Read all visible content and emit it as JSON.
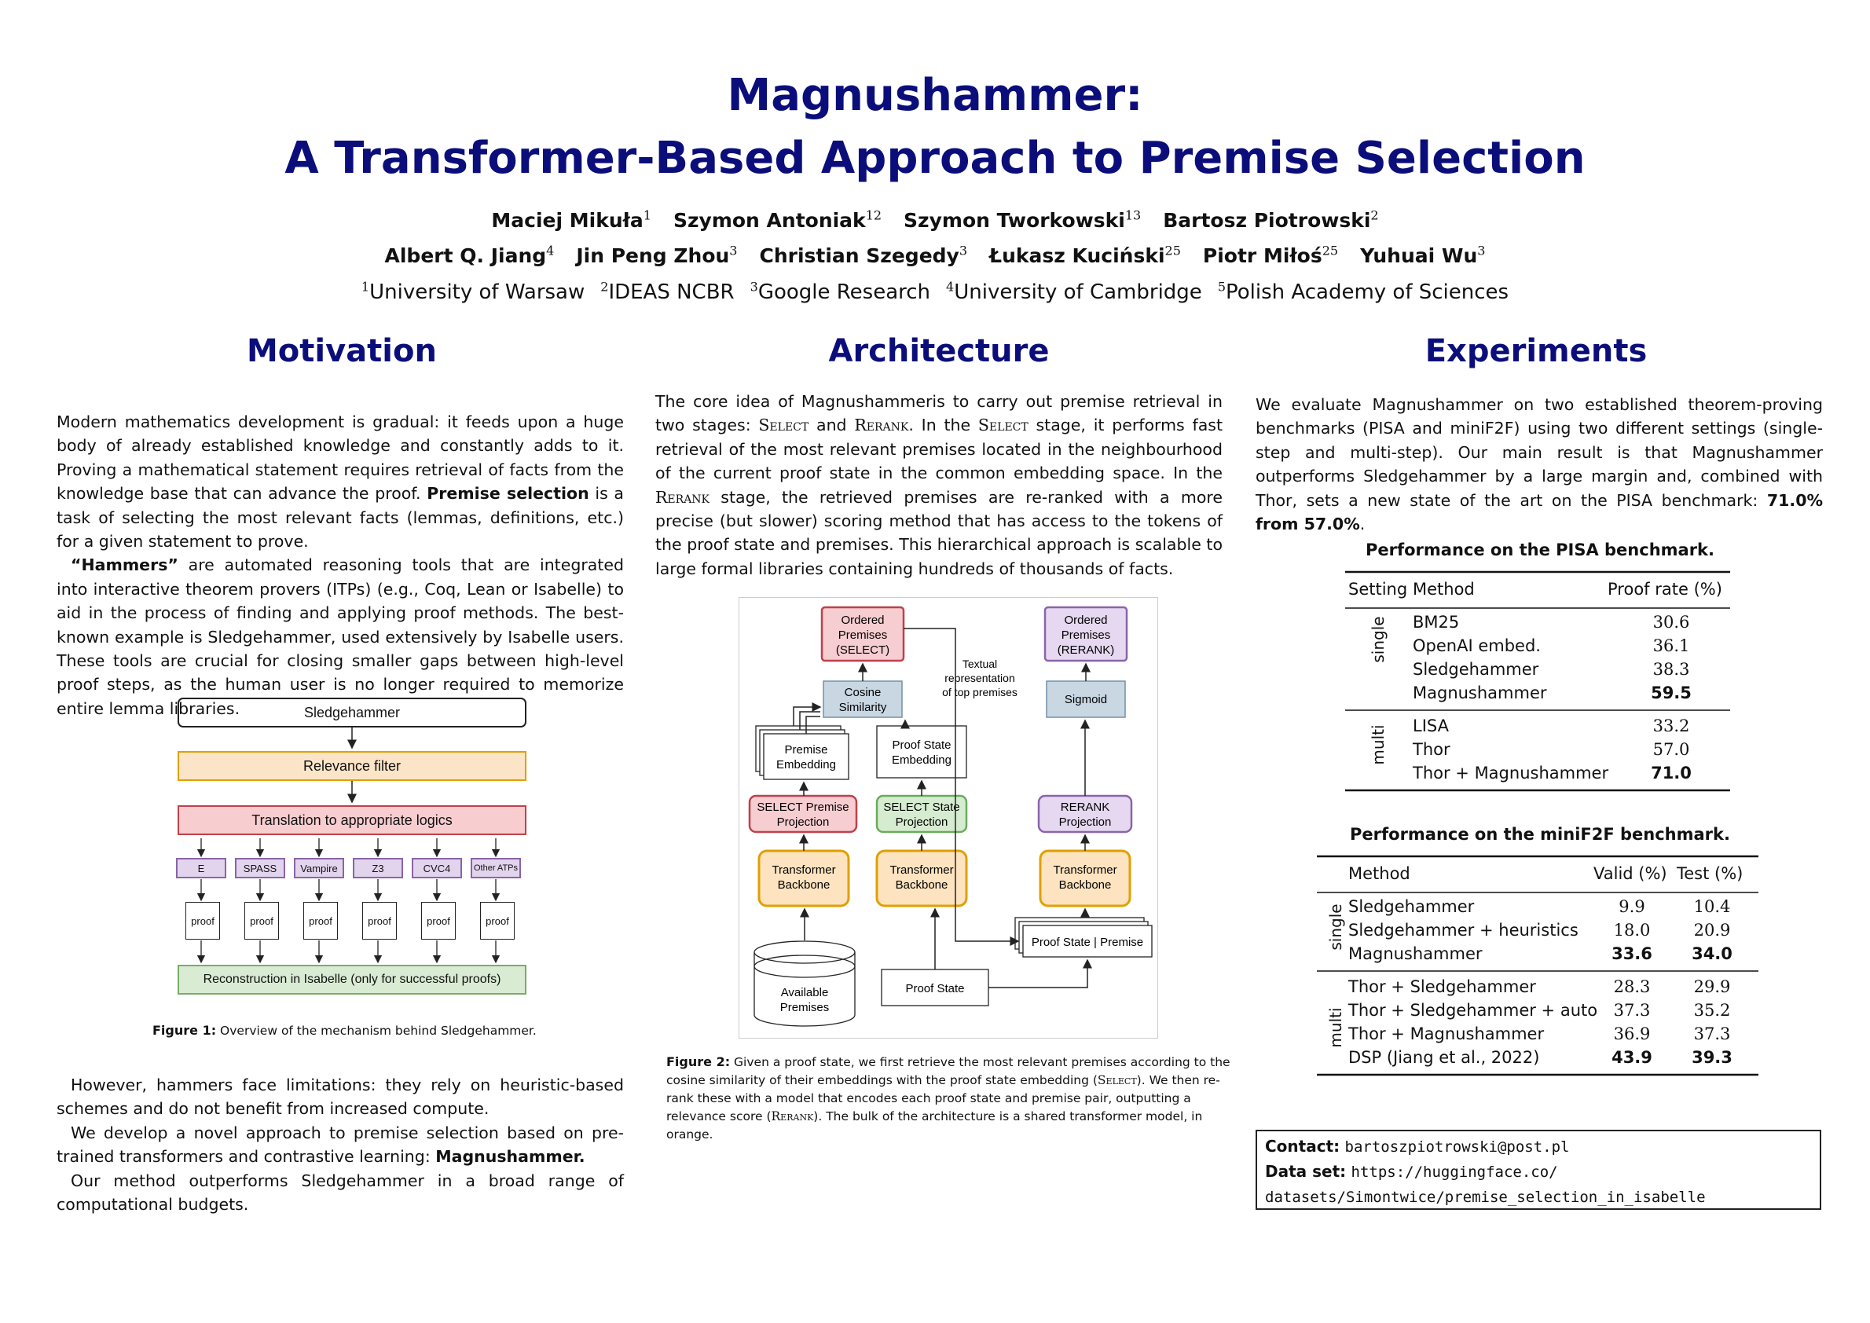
{
  "header": {
    "title_line1": "Magnushammer:",
    "title_line2": "A Transformer-Based Approach to Premise Selection",
    "authors_row1": [
      {
        "name": "Maciej Mikuła",
        "sup": "1"
      },
      {
        "name": "Szymon Antoniak",
        "sup": "12"
      },
      {
        "name": "Szymon Tworkowski",
        "sup": "13"
      },
      {
        "name": "Bartosz Piotrowski",
        "sup": "2"
      }
    ],
    "authors_row2": [
      {
        "name": "Albert Q. Jiang",
        "sup": "4"
      },
      {
        "name": "Jin Peng Zhou",
        "sup": "3"
      },
      {
        "name": "Christian Szegedy",
        "sup": "3"
      },
      {
        "name": "Łukasz Kuciński",
        "sup": "25"
      },
      {
        "name": "Piotr Miłoś",
        "sup": "25"
      },
      {
        "name": "Yuhuai Wu",
        "sup": "3"
      }
    ],
    "affiliations": [
      {
        "sup": "1",
        "name": "University of Warsaw"
      },
      {
        "sup": "2",
        "name": "IDEAS NCBR"
      },
      {
        "sup": "3",
        "name": "Google Research"
      },
      {
        "sup": "4",
        "name": "University of Cambridge"
      },
      {
        "sup": "5",
        "name": "Polish Academy of Sciences"
      }
    ]
  },
  "motivation": {
    "title": "Motivation",
    "p1_a": "Modern mathematics development is gradual: it feeds upon a huge body of already established knowledge and constantly adds to it. Proving a mathematical statement requires retrieval of facts from the knowledge base that can advance the proof. ",
    "p1_bold": "Premise selection",
    "p1_b": " is a task of selecting the most relevant facts (lemmas, definitions, etc.) for a given statement to prove.",
    "p2_bold": "“Hammers”",
    "p2_a": " are automated reasoning tools that are integrated into interactive theorem provers (ITPs) (e.g., Coq, Lean or Isabelle) to aid in the process of finding and applying proof methods. The best-known example is Sledgehammer, used extensively by Isabelle users. These tools are crucial for closing smaller gaps between high-level proof steps, as the human user is no longer required to memorize entire lemma libraries.",
    "figure": {
      "sledgehammer": "Sledgehammer",
      "relevance": "Relevance filter",
      "translation": "Translation to appropriate logics",
      "provers": [
        "E",
        "SPASS",
        "Vampire",
        "Z3",
        "CVC4",
        "Other ATPs"
      ],
      "proof_label": "proof",
      "reconstruction": "Reconstruction in Isabelle (only for successful proofs)",
      "colors": {
        "relevance": "#fce4c8",
        "relevance_border": "#e0a000",
        "translation": "#f7cdd0",
        "translation_border": "#c0404a",
        "prover": "#e3d4ee",
        "prover_border": "#8a64a8",
        "recon": "#d9ecd3",
        "recon_border": "#7aab6a"
      }
    },
    "caption_label": "Figure 1:",
    "caption_text": " Overview of the mechanism behind Sledgehammer.",
    "p3": "However, hammers face limitations: they rely on heuristic-based schemes and do not benefit from increased compute.",
    "p4_a": "We develop a novel approach to premise selection based on pre-trained transformers and contrastive learning: ",
    "p4_bold": "Magnushammer.",
    "p5": "Our method outperforms Sledgehammer in a broad range of computational budgets."
  },
  "architecture": {
    "title": "Architecture",
    "p_a": "The core idea of Magnushammeris to carry out premise retrieval in two stages: ",
    "p_select1": "Select",
    "p_b": " and ",
    "p_rerank1": "Rerank",
    "p_c": ". In the ",
    "p_select2": "Select",
    "p_d": " stage, it performs fast retrieval of the most relevant premises located in the neighbourhood of the current proof state in the common embedding space. In the ",
    "p_rerank2": "Rerank",
    "p_e": " stage, the retrieved premises are re-ranked with a more precise (but slower) scoring method that has access to the tokens of the proof state and premises. This hierarchical approach is scalable to large formal libraries containing hundreds of thousands of facts.",
    "diagram": {
      "ordered_select": [
        "Ordered",
        "Premises",
        "(SELECT)"
      ],
      "ordered_rerank": [
        "Ordered",
        "Premises",
        "(RERANK)"
      ],
      "cosine": [
        "Cosine",
        "Similarity"
      ],
      "textual": [
        "Textual",
        "representation",
        "of top premises"
      ],
      "sigmoid": "Sigmoid",
      "premise_emb": [
        "Premise",
        "Embedding"
      ],
      "state_emb": [
        "Proof State",
        "Embedding"
      ],
      "select_premise_proj": [
        "SELECT Premise",
        "Projection"
      ],
      "select_state_proj": [
        "SELECT State",
        "Projection"
      ],
      "rerank_proj": [
        "RERANK",
        "Projection"
      ],
      "transformer": [
        "Transformer",
        "Backbone"
      ],
      "pair": "Proof State | Premise",
      "available": [
        "Available",
        "Premises"
      ],
      "proof_state": "Proof State",
      "colors": {
        "red_fill": "#f6cdd0",
        "red_border": "#c0404a",
        "purple_fill": "#e6d8f0",
        "purple_border": "#8a64a8",
        "blue_fill": "#c9d7e3",
        "blue_border": "#7290a8",
        "green_fill": "#d6ecd0",
        "green_border": "#6aaa5a",
        "orange_fill": "#fde3bf",
        "orange_border": "#e0a000"
      }
    },
    "caption_label": "Figure 2:",
    "caption_a": " Given a proof state, we first retrieve the most relevant premises according to the cosine similarity of their embeddings with the proof state embedding (",
    "caption_select": "Select",
    "caption_b": "). We then re-rank these with a model that encodes each proof state and premise pair, outputting a relevance score (",
    "caption_rerank": "Rerank",
    "caption_c": "). The bulk of the architecture is a shared transformer model, in orange."
  },
  "experiments": {
    "title": "Experiments",
    "p_a": "We evaluate Magnushammer on two established theorem-proving benchmarks (PISA and miniF2F) using two different settings (single-step and multi-step). Our main result is that Magnushammer outperforms Sledgehammer by a large margin and, combined with Thor, sets a new state of the art on the PISA benchmark: ",
    "p_bold": "71.0% from 57.0%",
    "p_b": ".",
    "pisa": {
      "title": "Performance on the PISA benchmark.",
      "headers": [
        "Setting",
        "Method",
        "Proof rate (%)"
      ],
      "single_label": "single",
      "multi_label": "multi",
      "single_rows": [
        {
          "method": "BM25",
          "value": "30.6",
          "bold": false
        },
        {
          "method": "OpenAI embed.",
          "value": "36.1",
          "bold": false
        },
        {
          "method": "Sledgehammer",
          "value": "38.3",
          "bold": false
        },
        {
          "method": "Magnushammer",
          "value": "59.5",
          "bold": true
        }
      ],
      "multi_rows": [
        {
          "method": "LISA",
          "value": "33.2",
          "bold": false
        },
        {
          "method": "Thor",
          "value": "57.0",
          "bold": false
        },
        {
          "method": "Thor + Magnushammer",
          "value": "71.0",
          "bold": true
        }
      ]
    },
    "minif2f": {
      "title": "Performance on the miniF2F benchmark.",
      "headers": [
        "Method",
        "Valid (%)",
        "Test (%)"
      ],
      "single_label": "single",
      "multi_label": "multi",
      "single_rows": [
        {
          "method": "Sledgehammer",
          "valid": "9.9",
          "test": "10.4",
          "bold": false
        },
        {
          "method": "Sledgehammer + heuristics",
          "valid": "18.0",
          "test": "20.9",
          "bold": false
        },
        {
          "method": "Magnushammer",
          "valid": "33.6",
          "test": "34.0",
          "bold": true
        }
      ],
      "multi_rows": [
        {
          "method": "Thor + Sledgehammer",
          "valid": "28.3",
          "test": "29.9",
          "bold": false
        },
        {
          "method": "Thor + Sledgehammer + auto",
          "valid": "37.3",
          "test": "35.2",
          "bold": false
        },
        {
          "method": "Thor + Magnushammer",
          "valid": "36.9",
          "test": "37.3",
          "bold": false
        },
        {
          "method": "DSP (Jiang et al., 2022)",
          "valid": "43.9",
          "test": "39.3",
          "bold": true
        }
      ]
    },
    "contact": {
      "contact_label": "Contact:",
      "contact_value": "bartoszpiotrowski@post.pl",
      "data_label": "Data set:",
      "data_value_1": "https://huggingface.co/",
      "data_value_2": "datasets/Simontwice/premise_selection_in_isabelle"
    }
  }
}
